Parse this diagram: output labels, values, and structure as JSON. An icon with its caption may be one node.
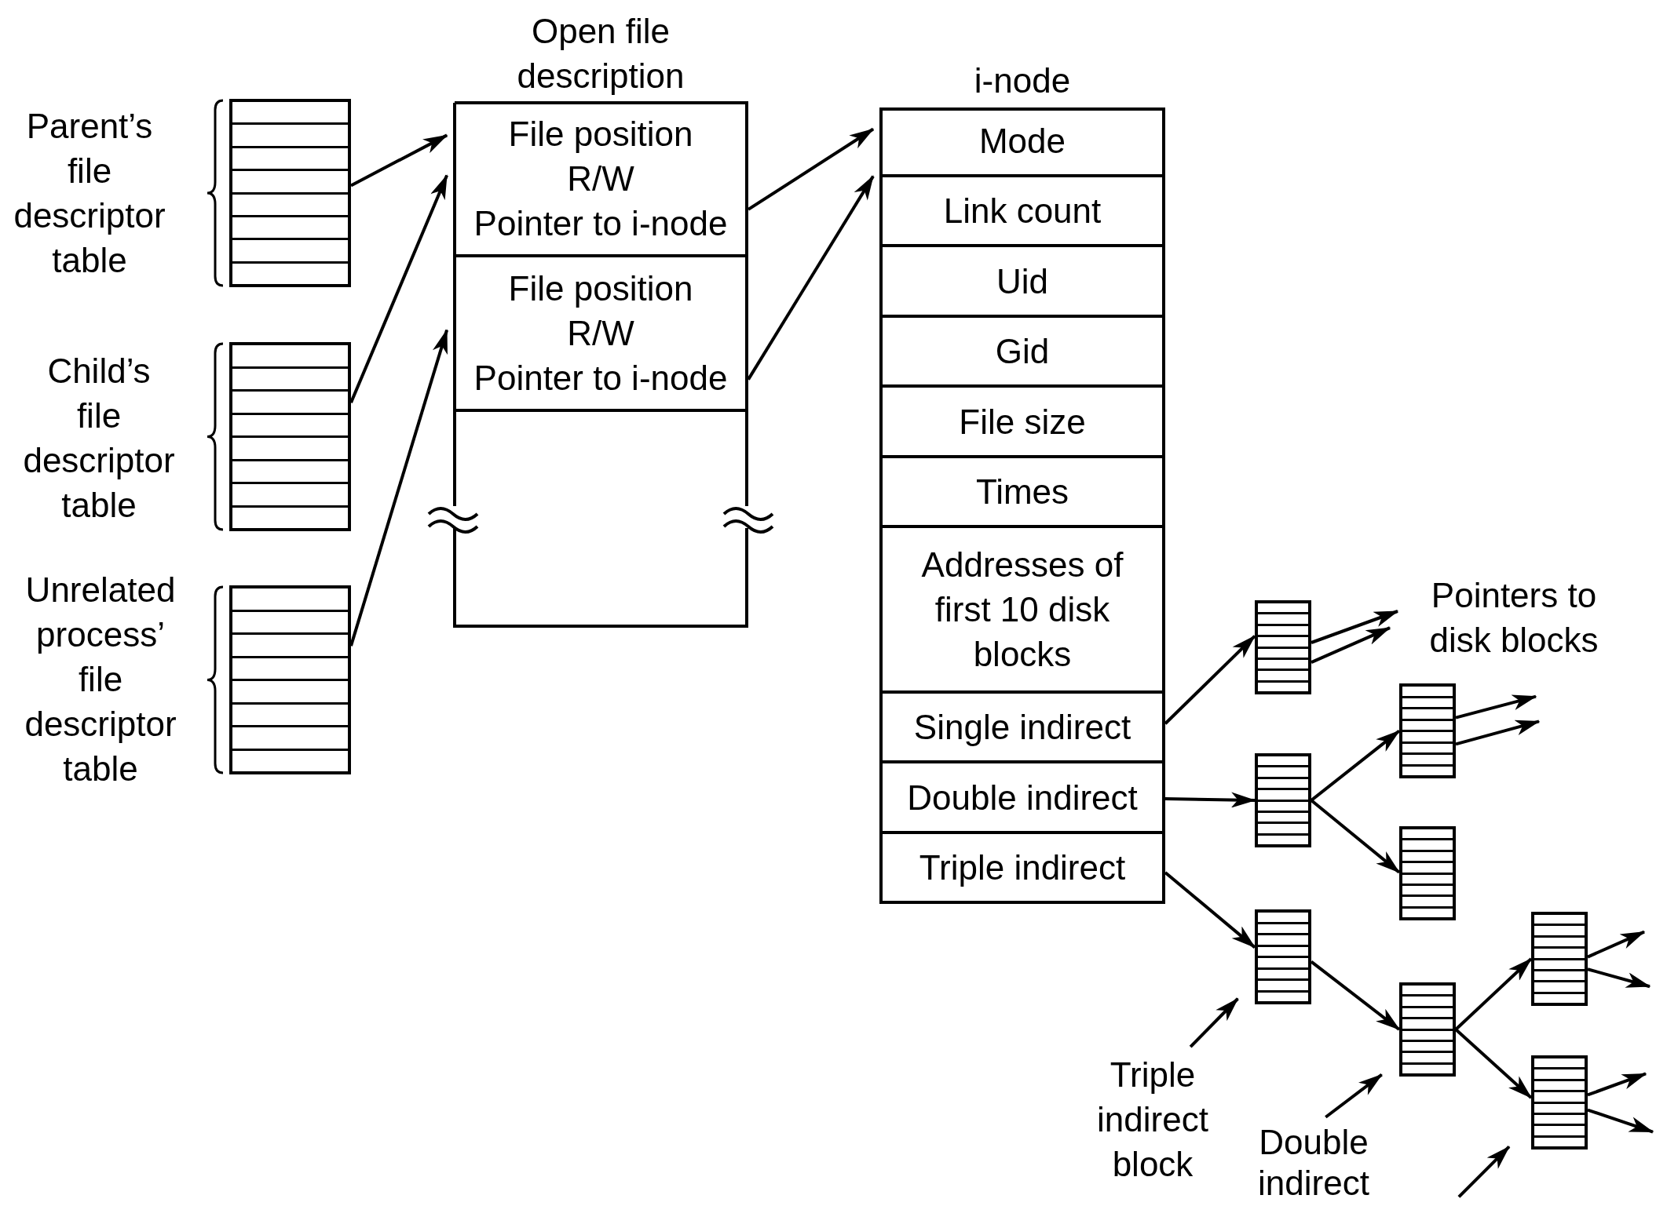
{
  "diagram": {
    "nodes": [
      {
        "text": [],
        "shape": "box",
        "beside": [
          "Parent’s file descriptor table"
        ]
      },
      {
        "text": [],
        "shape": "box",
        "beside": [
          "Child’s file descriptor table"
        ]
      },
      {
        "text": [],
        "shape": "box",
        "beside": [
          "Unrelated process’ file descriptor table"
        ]
      },
      {
        "text": [
          "Open file description"
        ]
      },
      {
        "text": [
          "File position",
          "R/W",
          "Pointer to i-node"
        ],
        "in": 3
      },
      {
        "text": [
          "File position",
          "R/W",
          "Pointer to i-node"
        ],
        "in": 3
      },
      {
        "text": [
          "i-node"
        ]
      },
      {
        "text": [
          "Mode"
        ],
        "in": 6
      },
      {
        "text": [
          "Link count"
        ],
        "in": 6
      },
      {
        "text": [
          "Uid"
        ],
        "in": 6
      },
      {
        "text": [
          "Gid"
        ],
        "in": 6
      },
      {
        "text": [
          "File size"
        ],
        "in": 6
      },
      {
        "text": [
          "Times"
        ],
        "in": 6
      },
      {
        "text": [
          "Addresses of first 10 disk blocks"
        ],
        "in": 6
      },
      {
        "text": [
          "Single indirect"
        ],
        "in": 6
      },
      {
        "text": [
          "Double indirect"
        ],
        "in": 6
      },
      {
        "text": [
          "Triple indirect"
        ],
        "in": 6
      },
      {
        "text": [],
        "shape": "box"
      },
      {
        "text": [],
        "shape": "box"
      },
      {
        "text": [],
        "shape": "box"
      },
      {
        "text": [],
        "shape": "box"
      },
      {
        "text": [],
        "shape": "box"
      },
      {
        "text": [],
        "shape": "box"
      },
      {
        "text": [],
        "shape": "box"
      },
      {
        "text": [],
        "shape": "box"
      },
      {
        "text": [
          "Triple indirect block"
        ]
      },
      {
        "text": [
          "Double indirect"
        ]
      }
    ],
    "edges": [
      {
        "from": 0,
        "to": 4,
        "arrow": "to"
      },
      {
        "from": 1,
        "to": 4,
        "arrow": "to"
      },
      {
        "from": 2,
        "to": 5,
        "arrow": "to"
      },
      {
        "from": 4,
        "to": 6,
        "arrow": "to"
      },
      {
        "from": 5,
        "to": 6,
        "arrow": "to"
      },
      {
        "from": 14,
        "to": 17,
        "arrow": "to"
      },
      {
        "from": 15,
        "to": 18,
        "arrow": "to"
      },
      {
        "from": 16,
        "to": 21,
        "arrow": "to"
      },
      {
        "from": 18,
        "to": 19,
        "arrow": "to"
      },
      {
        "from": 18,
        "to": 20,
        "arrow": "to"
      },
      {
        "from": 21,
        "to": 22,
        "arrow": "to"
      },
      {
        "from": 22,
        "to": 23,
        "arrow": "to"
      },
      {
        "from": 22,
        "to": 24,
        "arrow": "to"
      },
      {
        "from": 17,
        "to": null,
        "arrow": "to"
      },
      {
        "from": 17,
        "to": null,
        "arrow": "to"
      },
      {
        "from": 19,
        "to": null,
        "arrow": "to"
      },
      {
        "from": 19,
        "to": null,
        "arrow": "to"
      },
      {
        "from": 23,
        "to": null,
        "arrow": "to"
      },
      {
        "from": 23,
        "to": null,
        "arrow": "to"
      },
      {
        "from": 24,
        "to": null,
        "arrow": "to"
      },
      {
        "from": 24,
        "to": null,
        "arrow": "to"
      },
      {
        "from": 25,
        "to": 21,
        "arrow": "to"
      },
      {
        "from": 26,
        "to": 22,
        "arrow": "to"
      },
      {
        "from": null,
        "to": 24,
        "arrow": "to"
      }
    ],
    "labels": [
      "Pointers to disk blocks"
    ]
  }
}
